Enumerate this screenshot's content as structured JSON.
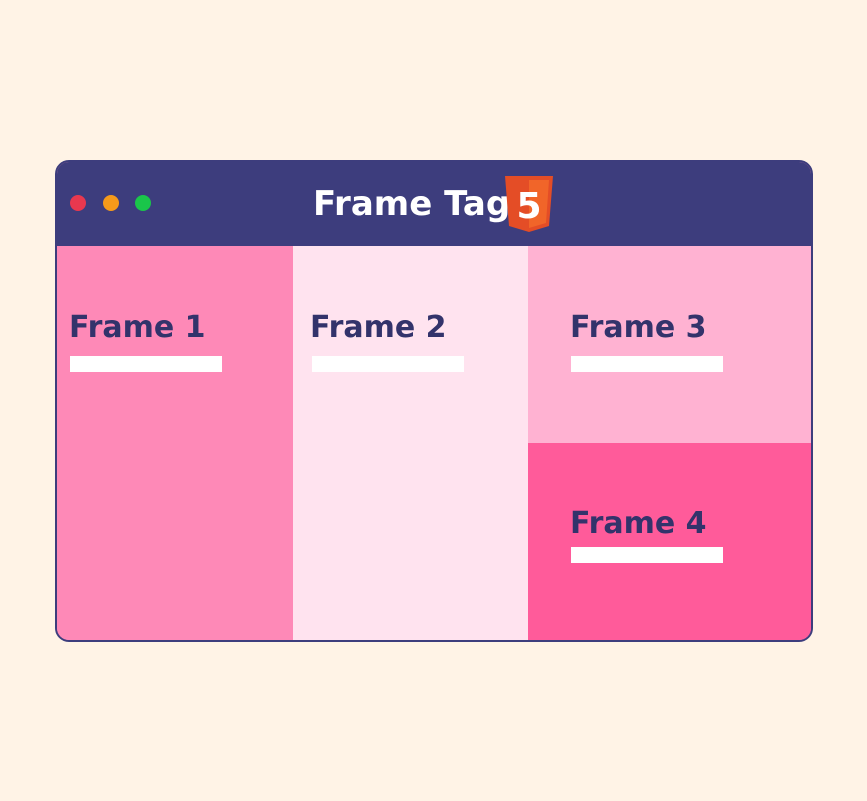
{
  "window": {
    "title": "Frame Tag",
    "logo_icon": "html5-icon",
    "logo_text": "5",
    "traffic_lights": [
      {
        "name": "close",
        "color": "#e8384f"
      },
      {
        "name": "minimize",
        "color": "#f59a1b"
      },
      {
        "name": "maximize",
        "color": "#1ac64a"
      }
    ]
  },
  "frames": [
    {
      "label": "Frame 1",
      "color": "#fe89b7"
    },
    {
      "label": "Frame 2",
      "color": "#ffe3ef"
    },
    {
      "label": "Frame 3",
      "color": "#ffb2d2"
    },
    {
      "label": "Frame 4",
      "color": "#ff5b9a"
    }
  ],
  "colors": {
    "background": "#fff3e6",
    "titlebar": "#3d3d7d",
    "label_text": "#33336b",
    "html5_orange": "#e44d26"
  }
}
